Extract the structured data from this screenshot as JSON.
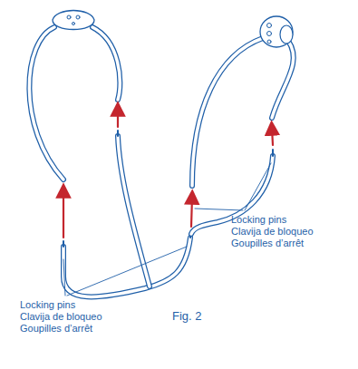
{
  "diagram": {
    "caption": "Fig. 2",
    "labels": [
      "Locking pins",
      "Clavija de bloqueo",
      "Goupilles d’arrêt",
      "Locking pins",
      "Clavija de bloqueo",
      "Goupilles d’arrêt"
    ]
  }
}
